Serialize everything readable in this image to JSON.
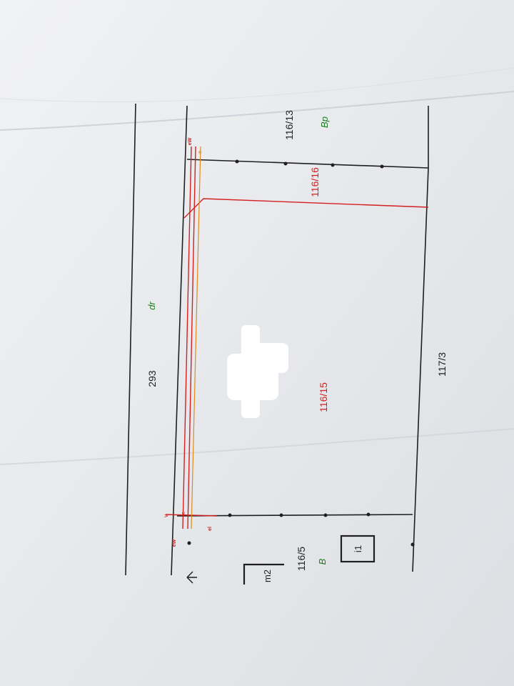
{
  "parcels": {
    "p293": "293",
    "p116_13": "116/13",
    "p116_16": "116/16",
    "p116_15": "116/15",
    "p117_3": "117/3",
    "p116_5": "116/5"
  },
  "land_use": {
    "dr": "dr",
    "bp": "Bp",
    "b": "B"
  },
  "building_codes": {
    "m2": "m2",
    "i1": "i1"
  },
  "line_markers": {
    "ew_top": "eW",
    "e_top": "e",
    "ew_bottom": "eW",
    "e_bottom": "e",
    "el_bottom": "el",
    "v_bottom": "v"
  },
  "colors": {
    "paper": "#e9ebee",
    "ink": "#1f1f1f",
    "red": "#d42020",
    "orange": "#e08a1e",
    "green": "#1c7a1c"
  }
}
